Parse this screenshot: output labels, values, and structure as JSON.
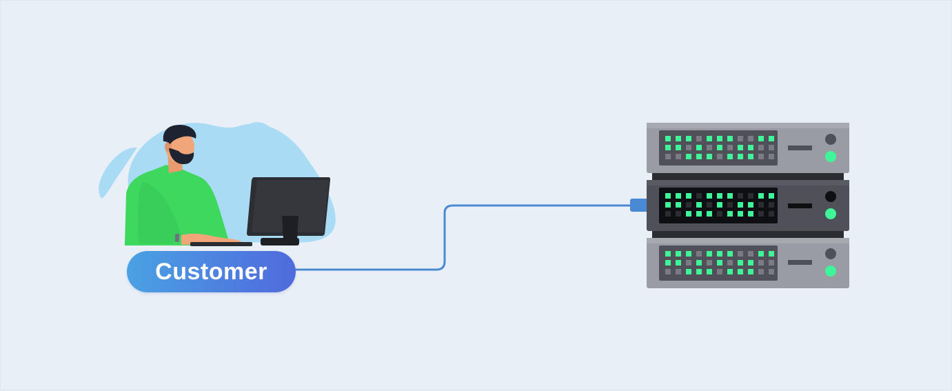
{
  "diagram": {
    "customer_label": "Customer",
    "nodes": [
      {
        "id": "customer",
        "icon": "person-at-computer-icon"
      },
      {
        "id": "server",
        "icon": "server-rack-icon"
      }
    ],
    "edges": [
      {
        "from": "customer",
        "to": "server"
      }
    ]
  },
  "colors": {
    "background": "#e9eff6",
    "connector": "#4a8ad4",
    "pill_start": "#4aa2e3",
    "pill_end": "#4f6bdc",
    "shirt": "#3fd85f",
    "server_body": "#9a9ca3",
    "server_dark": "#4d4e55",
    "led": "#3ff59a",
    "blob": "#a9dcf4"
  }
}
